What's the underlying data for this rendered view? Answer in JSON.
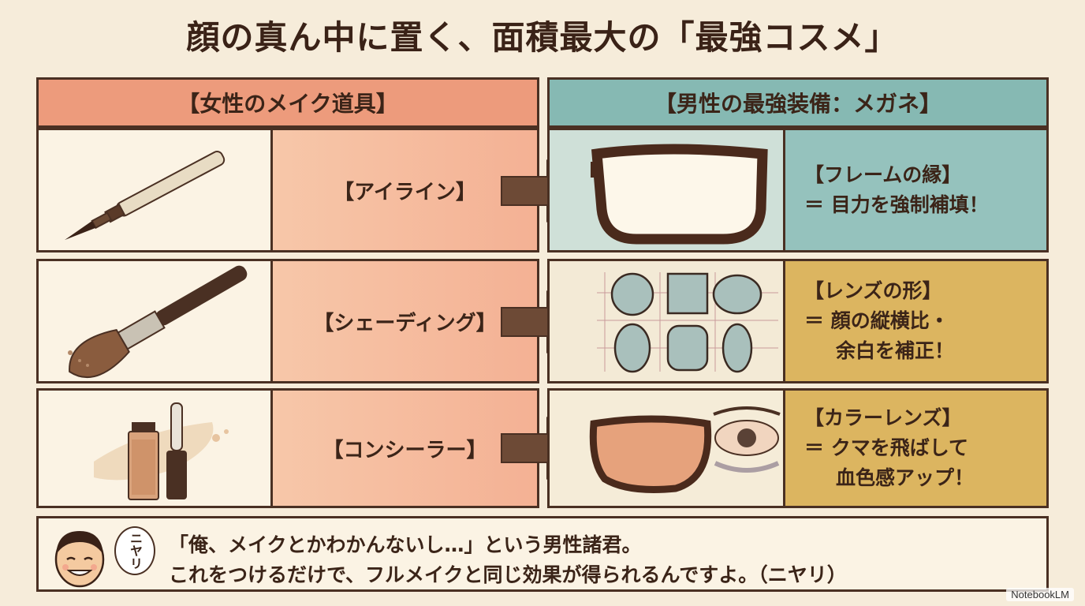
{
  "title": "顔の真ん中に置く、面積最大の「最強コスメ」",
  "left_header": "【女性のメイク道具】",
  "right_header": "【男性の最強装備：メガネ】",
  "rows": [
    {
      "label": "【アイライン】",
      "left_icon": "eyeliner-pen-icon",
      "right_icon": "glasses-frame-icon",
      "desc_title": "【フレームの縁】",
      "desc_lines": [
        "＝ 目力を強制補填！"
      ],
      "desc_color": "#95c2bd"
    },
    {
      "label": "【シェーディング】",
      "left_icon": "makeup-brush-icon",
      "right_icon": "lens-shapes-icon",
      "desc_title": "【レンズの形】",
      "desc_lines": [
        "＝ 顔の縦横比・",
        "余白を補正！"
      ],
      "desc_color": "#dcb560"
    },
    {
      "label": "【コンシーラー】",
      "left_icon": "concealer-tube-icon",
      "right_icon": "color-lens-glasses-icon",
      "desc_title": "【カラーレンズ】",
      "desc_lines": [
        "＝ クマを飛ばして",
        "血色感アップ！"
      ],
      "desc_color": "#dcb560"
    }
  ],
  "bottom": {
    "bubble": "ニヤリ",
    "line1": "「俺、メイクとかわかんないし…」という男性諸君。",
    "line2": "これをつけるだけで、フルメイクと同じ効果が得られるんですよ。（ニヤリ）",
    "avatar_icon": "grinning-man-icon"
  },
  "watermark": "NotebookLM"
}
